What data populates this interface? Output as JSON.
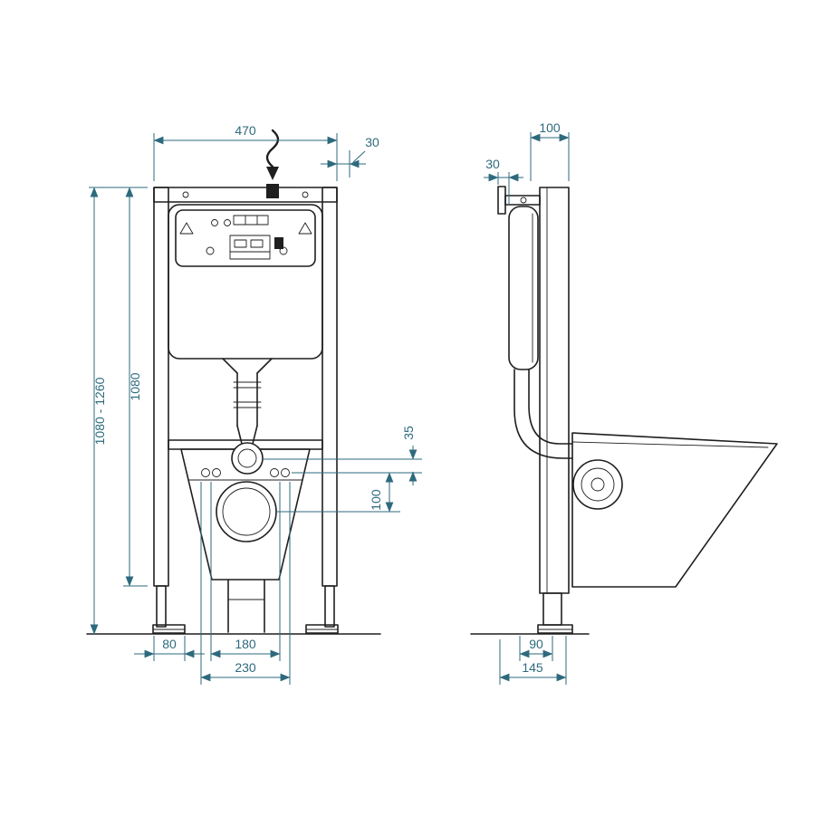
{
  "colors": {
    "line": "#1f1f1f",
    "dimension": "#2e6a7d",
    "background": "#ffffff"
  },
  "front_view": {
    "dims": {
      "frame_width": "470",
      "top_offset": "30",
      "overall_height_range": "1080 - 1260",
      "frame_height": "1080",
      "flush_offset": "35",
      "outlet_offset": "100",
      "foot_width": "80",
      "stud_spacing": "180",
      "stud_spacing_outer": "230"
    }
  },
  "side_view": {
    "dims": {
      "frame_depth": "100",
      "wall_bracket_offset": "30",
      "outlet_distance": "90",
      "floor_depth": "145"
    }
  },
  "icons": {
    "water_inlet": "squiggle-arrow-down"
  }
}
